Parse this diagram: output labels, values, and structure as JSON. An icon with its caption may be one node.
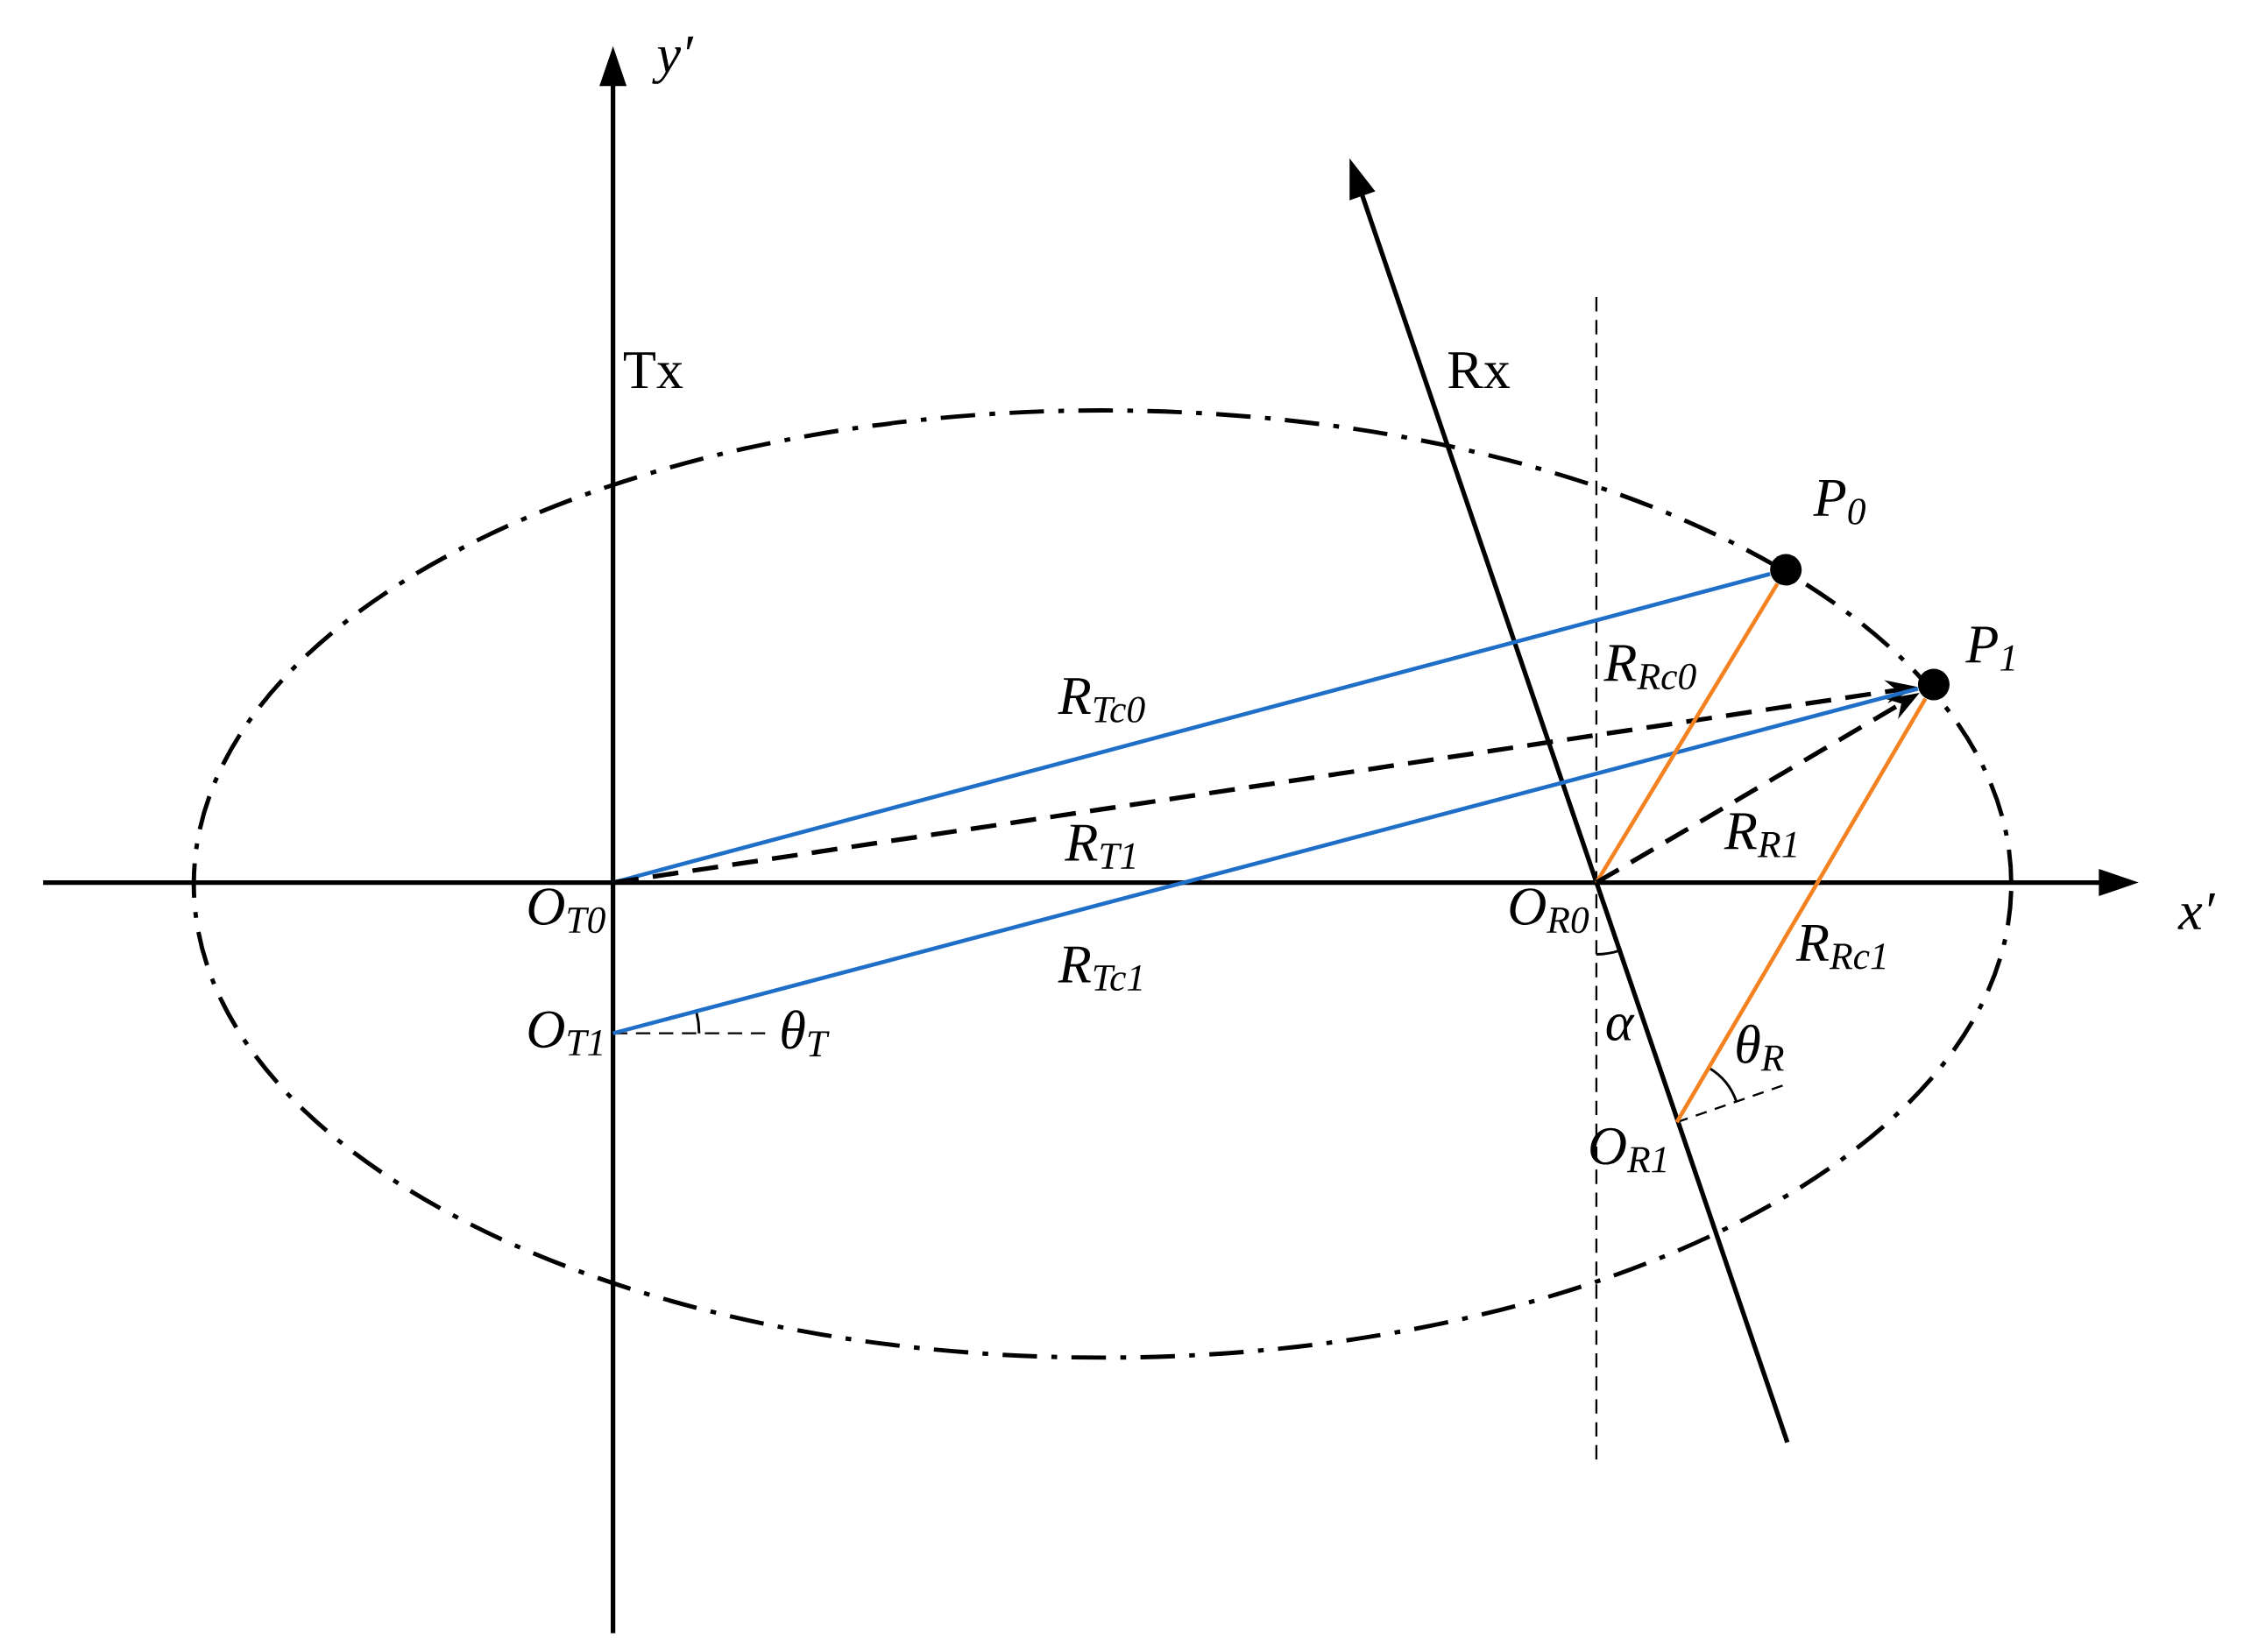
{
  "diagram": {
    "nodes": [
      {
        "text": [
          "O$_{T0}$"
        ]
      },
      {
        "text": [
          "O$_{T1}$"
        ]
      },
      {
        "text": [
          "O$_{R0}$"
        ]
      },
      {
        "text": [
          "O$_{R1}$"
        ]
      },
      {
        "text": [],
        "shape": "circle",
        "beside": [
          "P$_{0}$"
        ]
      },
      {
        "text": [],
        "shape": "circle",
        "beside": [
          "P$_{1}$"
        ]
      }
    ],
    "edges": [
      {
        "from": 0,
        "to": 4,
        "arrow": "none",
        "color": "#1f6fc8",
        "label": "R$_{Tc0}$"
      },
      {
        "from": 0,
        "to": 5,
        "arrow": "to",
        "style": "dashed",
        "color": "#000000",
        "label": "R$_{T1}$"
      },
      {
        "from": 1,
        "to": 5,
        "arrow": "none",
        "color": "#1f6fc8",
        "label": "R$_{Tc1}$"
      },
      {
        "from": 2,
        "to": 4,
        "arrow": "none",
        "color": "#f58220",
        "label": "R$_{Rc0}$"
      },
      {
        "from": 2,
        "to": 5,
        "arrow": "to",
        "style": "dashed",
        "color": "#000000",
        "label": "R$_{R1}$"
      },
      {
        "from": 3,
        "to": 5,
        "arrow": "none",
        "color": "#f58220",
        "label": "R$_{Rc1}$"
      }
    ],
    "labels": [
      "y′",
      "x′",
      "Tx",
      "Rx",
      "α",
      "θ$_{T}$",
      "θ$_{R}$"
    ]
  }
}
